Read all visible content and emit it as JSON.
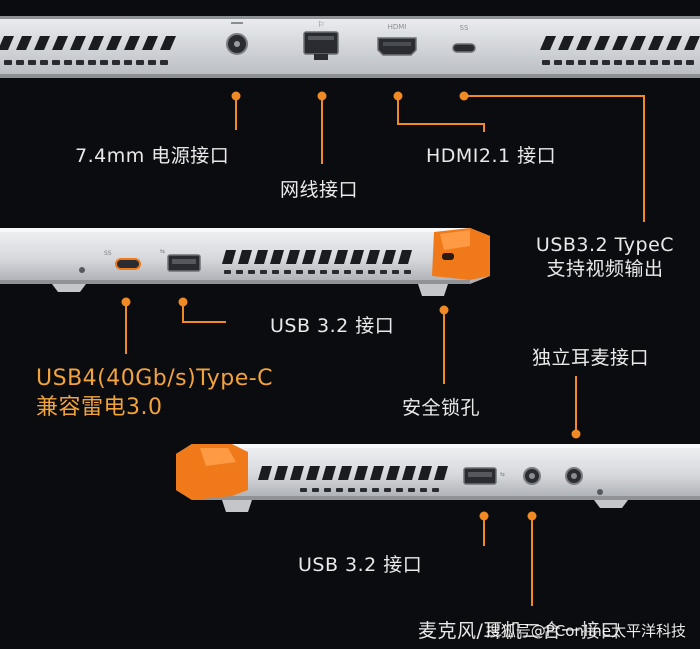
{
  "colors": {
    "background": "#0b0c10",
    "leader": "#f08a24",
    "chassis": "#d8d9dc",
    "accent_orange": "#f07a1a",
    "highlight_text": "#f2a33a"
  },
  "top_view_port_marks": {
    "hdmi_mark": "HDMI",
    "usbc_mark": "SS"
  },
  "labels": {
    "dc_power": "7.4mm 电源接口",
    "ethernet": "网线接口",
    "hdmi": "HDMI2.1 接口",
    "usb_typec_line1": "USB3.2 TypeC",
    "usb_typec_line2": "支持视频输出",
    "usb32_left": "USB 3.2 接口",
    "usb4_line1": "USB4(40Gb/s)Type-C",
    "usb4_line2": "兼容雷电3.0",
    "security_lock": "安全锁孔",
    "audio_jack": "独立耳麦接口",
    "usb32_right": "USB 3.2 接口",
    "mic_combo": "麦克风/耳机二合一接口"
  },
  "watermark": "搜狐号@PConline太平洋科技"
}
